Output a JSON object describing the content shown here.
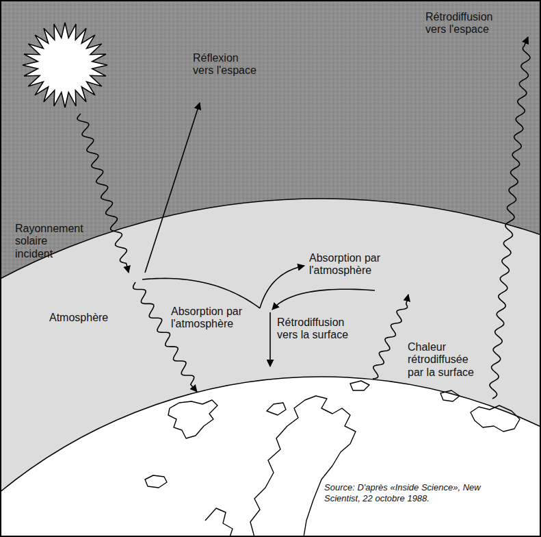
{
  "diagram": {
    "caption": "Source: D'après «Inside Science», New Scientist, 22 octobre 1988.",
    "labels": [
      "Réflexion vers l'espace",
      "Rétrodiffusion vers l'espace",
      "Rayonnement solaire incident",
      "Absorption par l'atmosphère",
      "Atmosphère",
      "Absorption par l'atmosphère",
      "Rétrodiffusion vers la surface",
      "Chaleur rétrodiffusée par la surface"
    ]
  }
}
